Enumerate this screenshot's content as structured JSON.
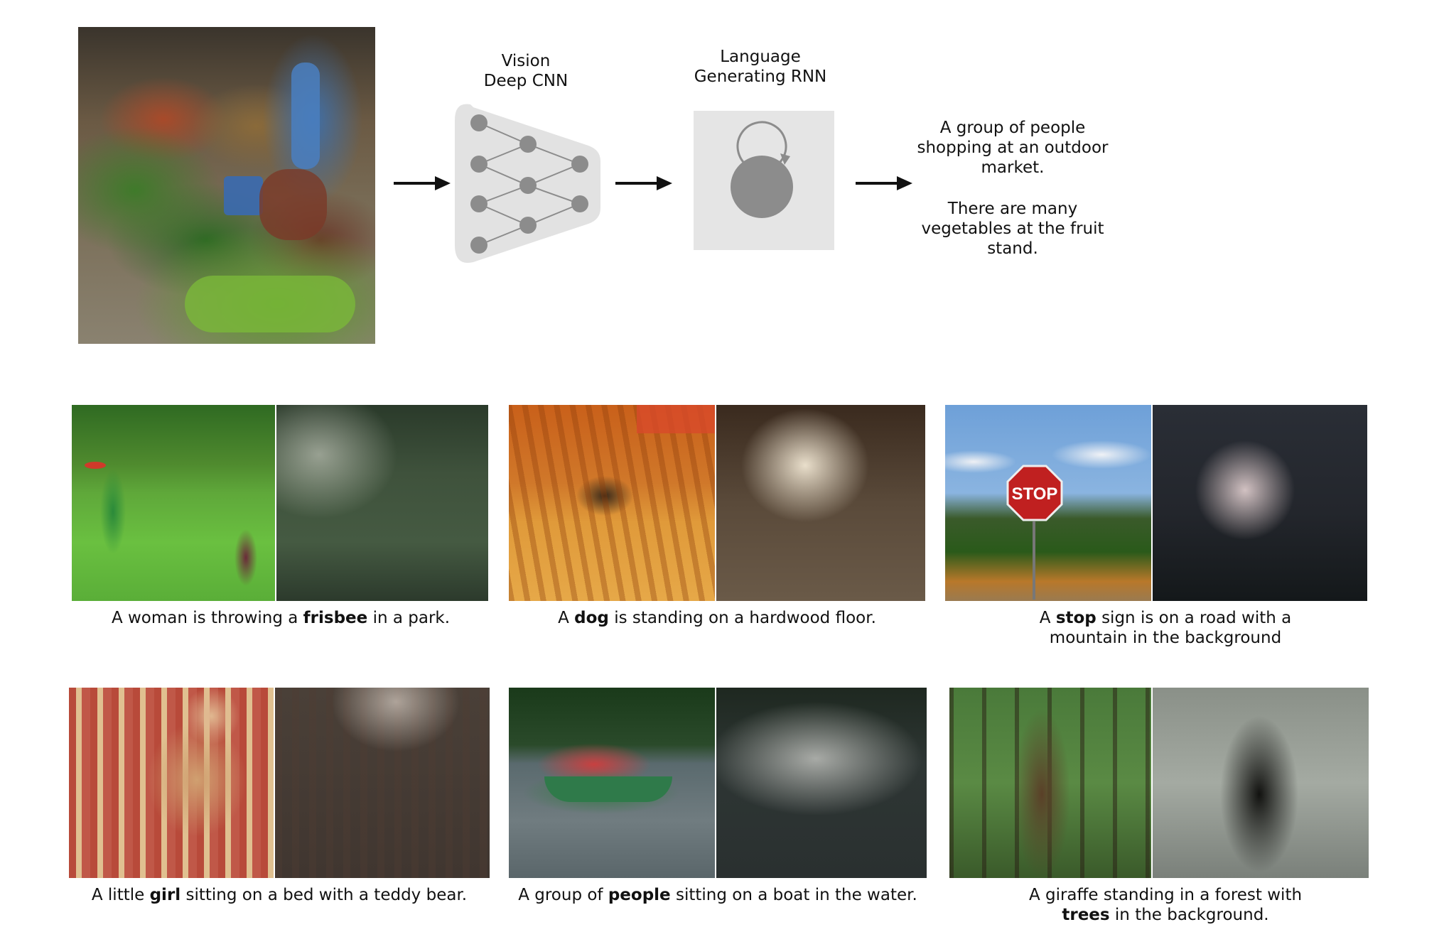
{
  "pipeline": {
    "cnn_label_line1": "Vision",
    "cnn_label_line2": "Deep CNN",
    "rnn_label_line1": "Language",
    "rnn_label_line2": "Generating RNN",
    "output_caption_1": "A group of people shopping at an outdoor market.",
    "output_caption_2": "There are many vegetables at the fruit stand."
  },
  "examples": [
    {
      "pre": "A woman is throwing a ",
      "word": "frisbee",
      "post": " in a park."
    },
    {
      "pre": "A ",
      "word": "dog",
      "post": " is standing on a hardwood floor."
    },
    {
      "pre": "A ",
      "word": "stop",
      "post": " sign is on a road with a mountain in the background"
    },
    {
      "pre": "A little ",
      "word": "girl",
      "post": " sitting on a bed with a teddy bear."
    },
    {
      "pre": "A group of ",
      "word": "people",
      "post": " sitting on a boat in the water."
    },
    {
      "pre": "A giraffe standing in a forest with ",
      "word": "trees",
      "post": " in the background."
    }
  ],
  "colors": {
    "node": "#8c8c8c",
    "network_bg": "#e2e2e2",
    "rnn_bg": "#e5e5e5"
  }
}
